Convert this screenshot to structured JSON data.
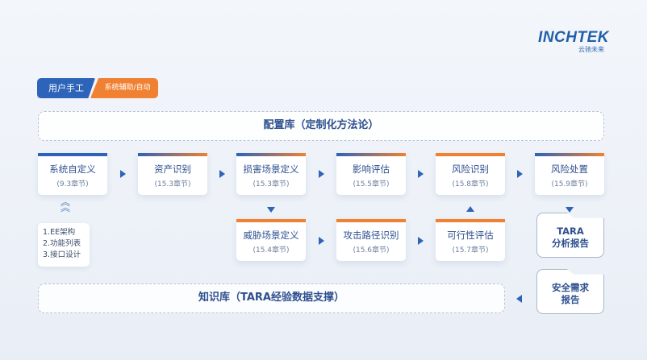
{
  "logo": {
    "brand": "INCHTEK",
    "tagline": "云驰未来"
  },
  "legend": {
    "manual": "用户手工",
    "assisted": "系统辅助/自动"
  },
  "config_library": "配置库（定制化方法论）",
  "knowledge_library": "知识库（TARA经验数据支撑）",
  "steps_row1": [
    {
      "title": "系统自定义",
      "section": "(9.3章节)"
    },
    {
      "title": "资产识别",
      "section": "(15.3章节)"
    },
    {
      "title": "损害场景定义",
      "section": "(15.3章节)"
    },
    {
      "title": "影响评估",
      "section": "(15.5章节)"
    },
    {
      "title": "风险识别",
      "section": "(15.8章节)"
    },
    {
      "title": "风险处置",
      "section": "(15.9章节)"
    }
  ],
  "steps_row2": [
    {
      "title": "威胁场景定义",
      "section": "(15.4章节)"
    },
    {
      "title": "攻击路径识别",
      "section": "(15.6章节)"
    },
    {
      "title": "可行性评估",
      "section": "(15.7章节)"
    }
  ],
  "inputs": [
    "1.EE架构",
    "2.功能列表",
    "3.接口设计"
  ],
  "reports": {
    "tara_line1": "TARA",
    "tara_line2": "分析报告",
    "security_line1": "安全需求",
    "security_line2": "报告"
  },
  "colors": {
    "blue": "#2d63b8",
    "orange": "#f08132"
  }
}
